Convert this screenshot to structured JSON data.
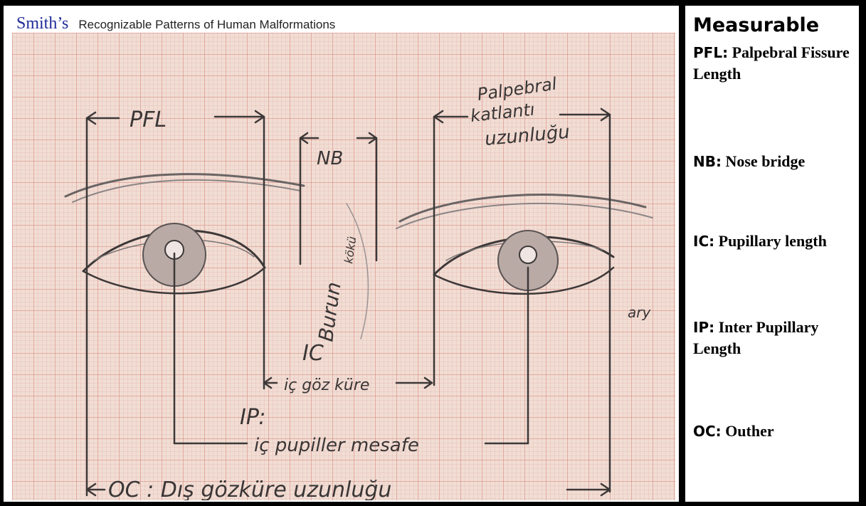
{
  "header": {
    "brand": "Smith’s",
    "subtitle": "Recognizable Patterns of Human Malformations"
  },
  "drawing": {
    "labels": {
      "pfl": "PFL",
      "palpebral_1": "Palpebral",
      "palpebral_2": "katlantı",
      "palpebral_3": "uzunluğu",
      "nb": "NB",
      "burun": "Burun",
      "kokü": "kökü",
      "ic": "IC",
      "ic_desc": "iç göz küre",
      "ip": "IP:",
      "ip_desc": "iç pupiller mesafe",
      "oc": "OC : Dış gözküre uzunluğu",
      "signature": "ary"
    }
  },
  "legend": {
    "title": "Measurable",
    "items": [
      {
        "abbr": "PFL:",
        "desc": "Palpebral Fissure Length"
      },
      {
        "abbr": "NB:",
        "desc": "Nose bridge"
      },
      {
        "abbr": "IC:",
        "desc": "Pupillary length"
      },
      {
        "abbr": "IP:",
        "desc": "Inter Pupillary Length"
      },
      {
        "abbr": "OC:",
        "desc": "Outher"
      }
    ]
  },
  "colors": {
    "brand": "#1f2b9a",
    "paper": "#f1ddd4",
    "grid": "#d68276",
    "pencil": "#3a3636"
  }
}
